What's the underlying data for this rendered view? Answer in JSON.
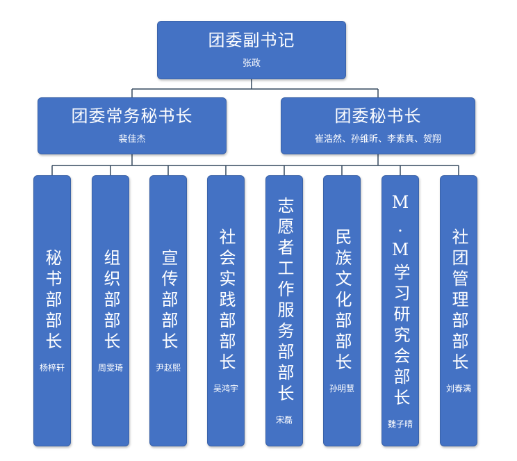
{
  "root": {
    "title": "团委副书记",
    "person": "张政"
  },
  "secretaries": [
    {
      "title": "团委常务秘书长",
      "person": "裴佳杰"
    },
    {
      "title": "团委秘书长",
      "person": "崔浩然、孙维昕、李素真、贺翔"
    }
  ],
  "departments": [
    {
      "title": "秘书部部长",
      "person": "杨梓轩"
    },
    {
      "title": "组织部部长",
      "person": "周雯琦"
    },
    {
      "title": "宣传部部长",
      "person": "尹赵熙"
    },
    {
      "title": "社会实践部部长",
      "person": "吴鸿宇"
    },
    {
      "title": "志愿者工作服务部部长",
      "person": "宋磊"
    },
    {
      "title": "民族文化部部长",
      "person": "孙明慧"
    },
    {
      "title": "M.M学习研究会部长",
      "person": "魏子晴"
    },
    {
      "title": "社团管理部部长",
      "person": "刘春满"
    }
  ],
  "colors": {
    "box": "#4472c4",
    "line": "#34495e"
  }
}
